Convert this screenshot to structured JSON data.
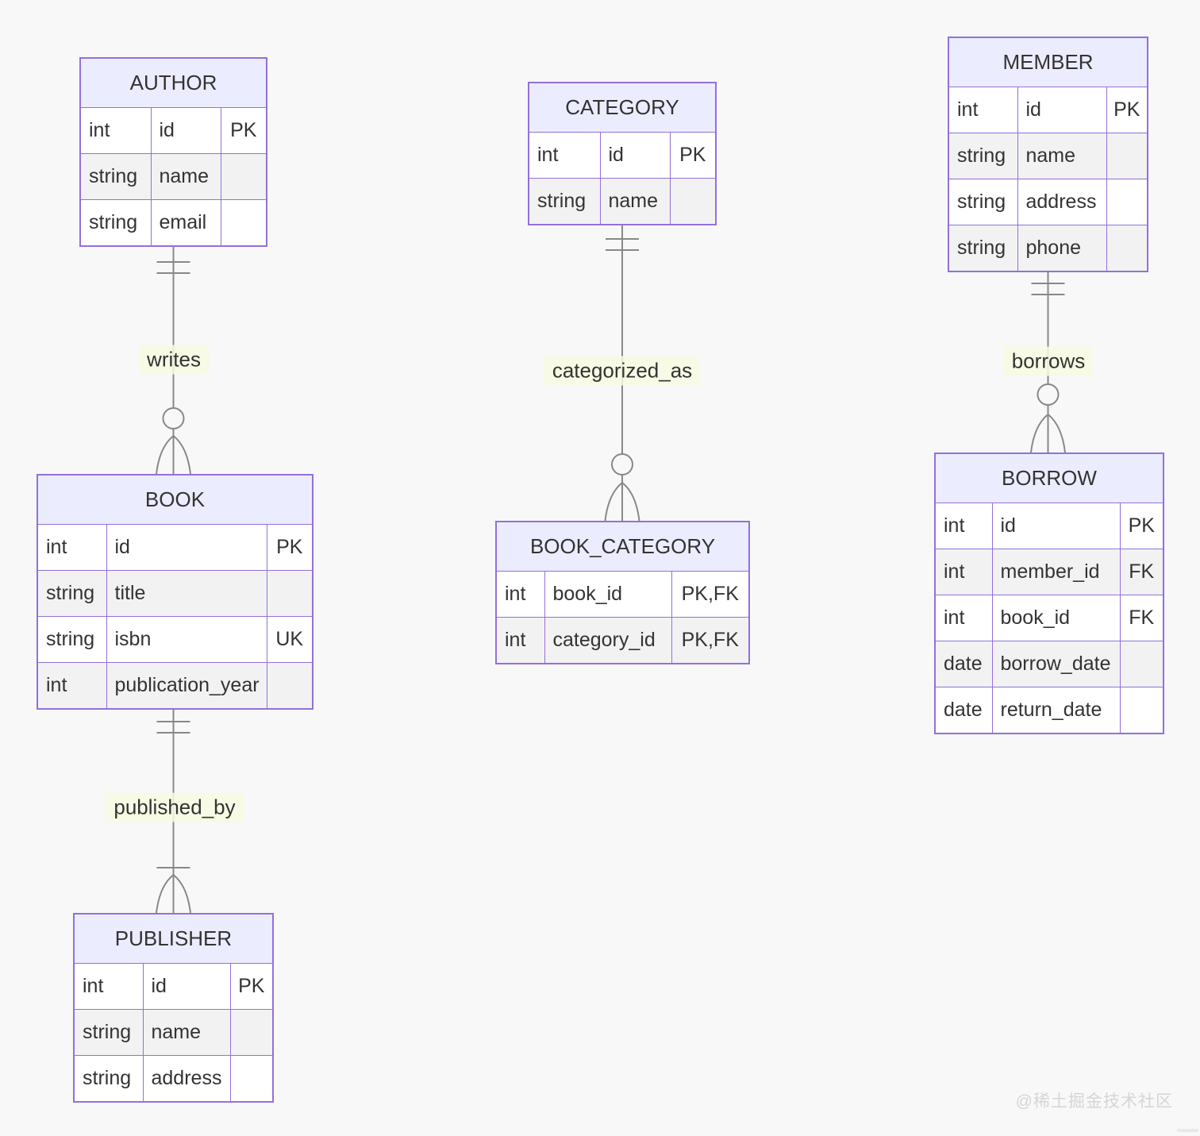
{
  "page": {
    "watermark": "@稀土掘金技术社区"
  },
  "colors": {
    "entity_border": "#9370DB",
    "header_fill": "#ECECFF",
    "row_fill": "#ffffff",
    "row_alt_fill": "#f2f2f2",
    "edge_line": "#888888",
    "label_background": "#f8fae8",
    "text": "#333333",
    "page_background": "#f8f8f8"
  },
  "entities": [
    {
      "name": "AUTHOR",
      "attributes": [
        {
          "type": "int",
          "name": "id",
          "key": "PK"
        },
        {
          "type": "string",
          "name": "name",
          "key": ""
        },
        {
          "type": "string",
          "name": "email",
          "key": ""
        }
      ]
    },
    {
      "name": "CATEGORY",
      "attributes": [
        {
          "type": "int",
          "name": "id",
          "key": "PK"
        },
        {
          "type": "string",
          "name": "name",
          "key": ""
        }
      ]
    },
    {
      "name": "MEMBER",
      "attributes": [
        {
          "type": "int",
          "name": "id",
          "key": "PK"
        },
        {
          "type": "string",
          "name": "name",
          "key": ""
        },
        {
          "type": "string",
          "name": "address",
          "key": ""
        },
        {
          "type": "string",
          "name": "phone",
          "key": ""
        }
      ]
    },
    {
      "name": "BOOK",
      "attributes": [
        {
          "type": "int",
          "name": "id",
          "key": "PK"
        },
        {
          "type": "string",
          "name": "title",
          "key": ""
        },
        {
          "type": "string",
          "name": "isbn",
          "key": "UK"
        },
        {
          "type": "int",
          "name": "publication_year",
          "key": ""
        }
      ]
    },
    {
      "name": "BOOK_CATEGORY",
      "attributes": [
        {
          "type": "int",
          "name": "book_id",
          "key": "PK,FK"
        },
        {
          "type": "int",
          "name": "category_id",
          "key": "PK,FK"
        }
      ]
    },
    {
      "name": "BORROW",
      "attributes": [
        {
          "type": "int",
          "name": "id",
          "key": "PK"
        },
        {
          "type": "int",
          "name": "member_id",
          "key": "FK"
        },
        {
          "type": "int",
          "name": "book_id",
          "key": "FK"
        },
        {
          "type": "date",
          "name": "borrow_date",
          "key": ""
        },
        {
          "type": "date",
          "name": "return_date",
          "key": ""
        }
      ]
    },
    {
      "name": "PUBLISHER",
      "attributes": [
        {
          "type": "int",
          "name": "id",
          "key": "PK"
        },
        {
          "type": "string",
          "name": "name",
          "key": ""
        },
        {
          "type": "string",
          "name": "address",
          "key": ""
        }
      ]
    }
  ],
  "relationships": [
    {
      "label": "writes",
      "from": "AUTHOR",
      "to": "BOOK",
      "from_cardinality": "exactly-one",
      "to_cardinality": "zero-or-many"
    },
    {
      "label": "categorized_as",
      "from": "CATEGORY",
      "to": "BOOK_CATEGORY",
      "from_cardinality": "exactly-one",
      "to_cardinality": "zero-or-many"
    },
    {
      "label": "borrows",
      "from": "MEMBER",
      "to": "BORROW",
      "from_cardinality": "exactly-one",
      "to_cardinality": "zero-or-many"
    },
    {
      "label": "published_by",
      "from": "BOOK",
      "to": "PUBLISHER",
      "from_cardinality": "exactly-one",
      "to_cardinality": "one-or-many"
    }
  ]
}
